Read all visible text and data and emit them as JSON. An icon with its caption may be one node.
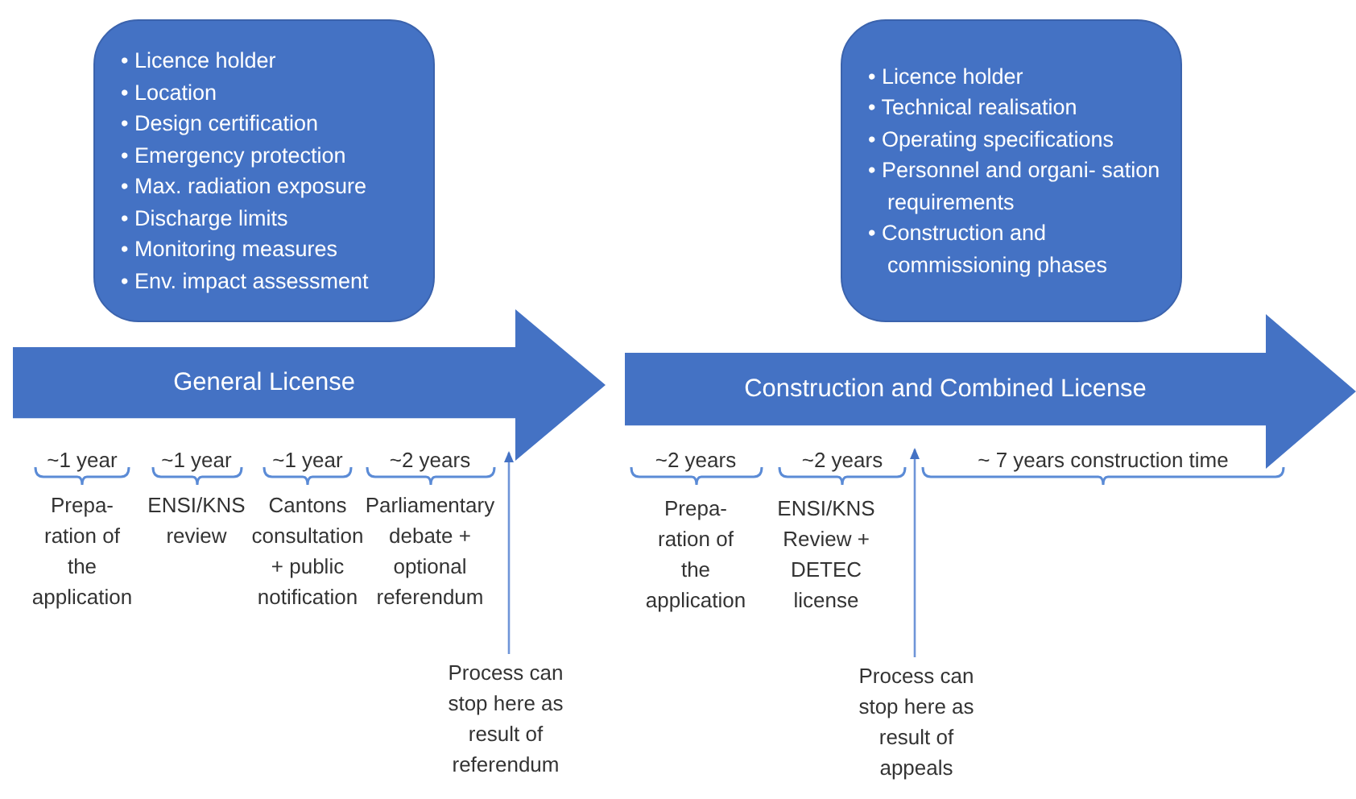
{
  "diagram": {
    "nodes": [
      {
        "text": [
          "• Licence holder",
          "• Location",
          "• Design certification",
          "• Emergency protection",
          "• Max. radiation exposure",
          "• Discharge limits",
          "• Monitoring measures",
          "• Env. impact assessment"
        ]
      },
      {
        "text": [
          "General License"
        ]
      },
      {
        "text": [
          "• Licence holder",
          "• Technical realisation",
          "• Operating specifications",
          "• Personnel and organi- sation requirements",
          "• Construction and commissioning phases"
        ]
      },
      {
        "text": [
          "Construction and Combined License"
        ]
      },
      {
        "text": [
          "Process can stop here as result of referendum"
        ]
      },
      {
        "text": [
          "Process can stop here as result of appeals"
        ]
      }
    ],
    "edges": [
      {
        "from": 4,
        "to": 1,
        "arrow": "to"
      },
      {
        "from": 5,
        "to": 3,
        "arrow": "to"
      }
    ],
    "labels": [
      "~1 year",
      "Prepa- ration of the application",
      "~1 year",
      "ENSI/KNS review",
      "~1 year",
      "Cantons consultation + public notification",
      "~2 years",
      "Parliamentary debate + optional referendum",
      "~2 years",
      "Prepa- ration of the application",
      "~2 years",
      "ENSI/KNS Review + DETEC license",
      "~ 7 years construction time"
    ]
  }
}
